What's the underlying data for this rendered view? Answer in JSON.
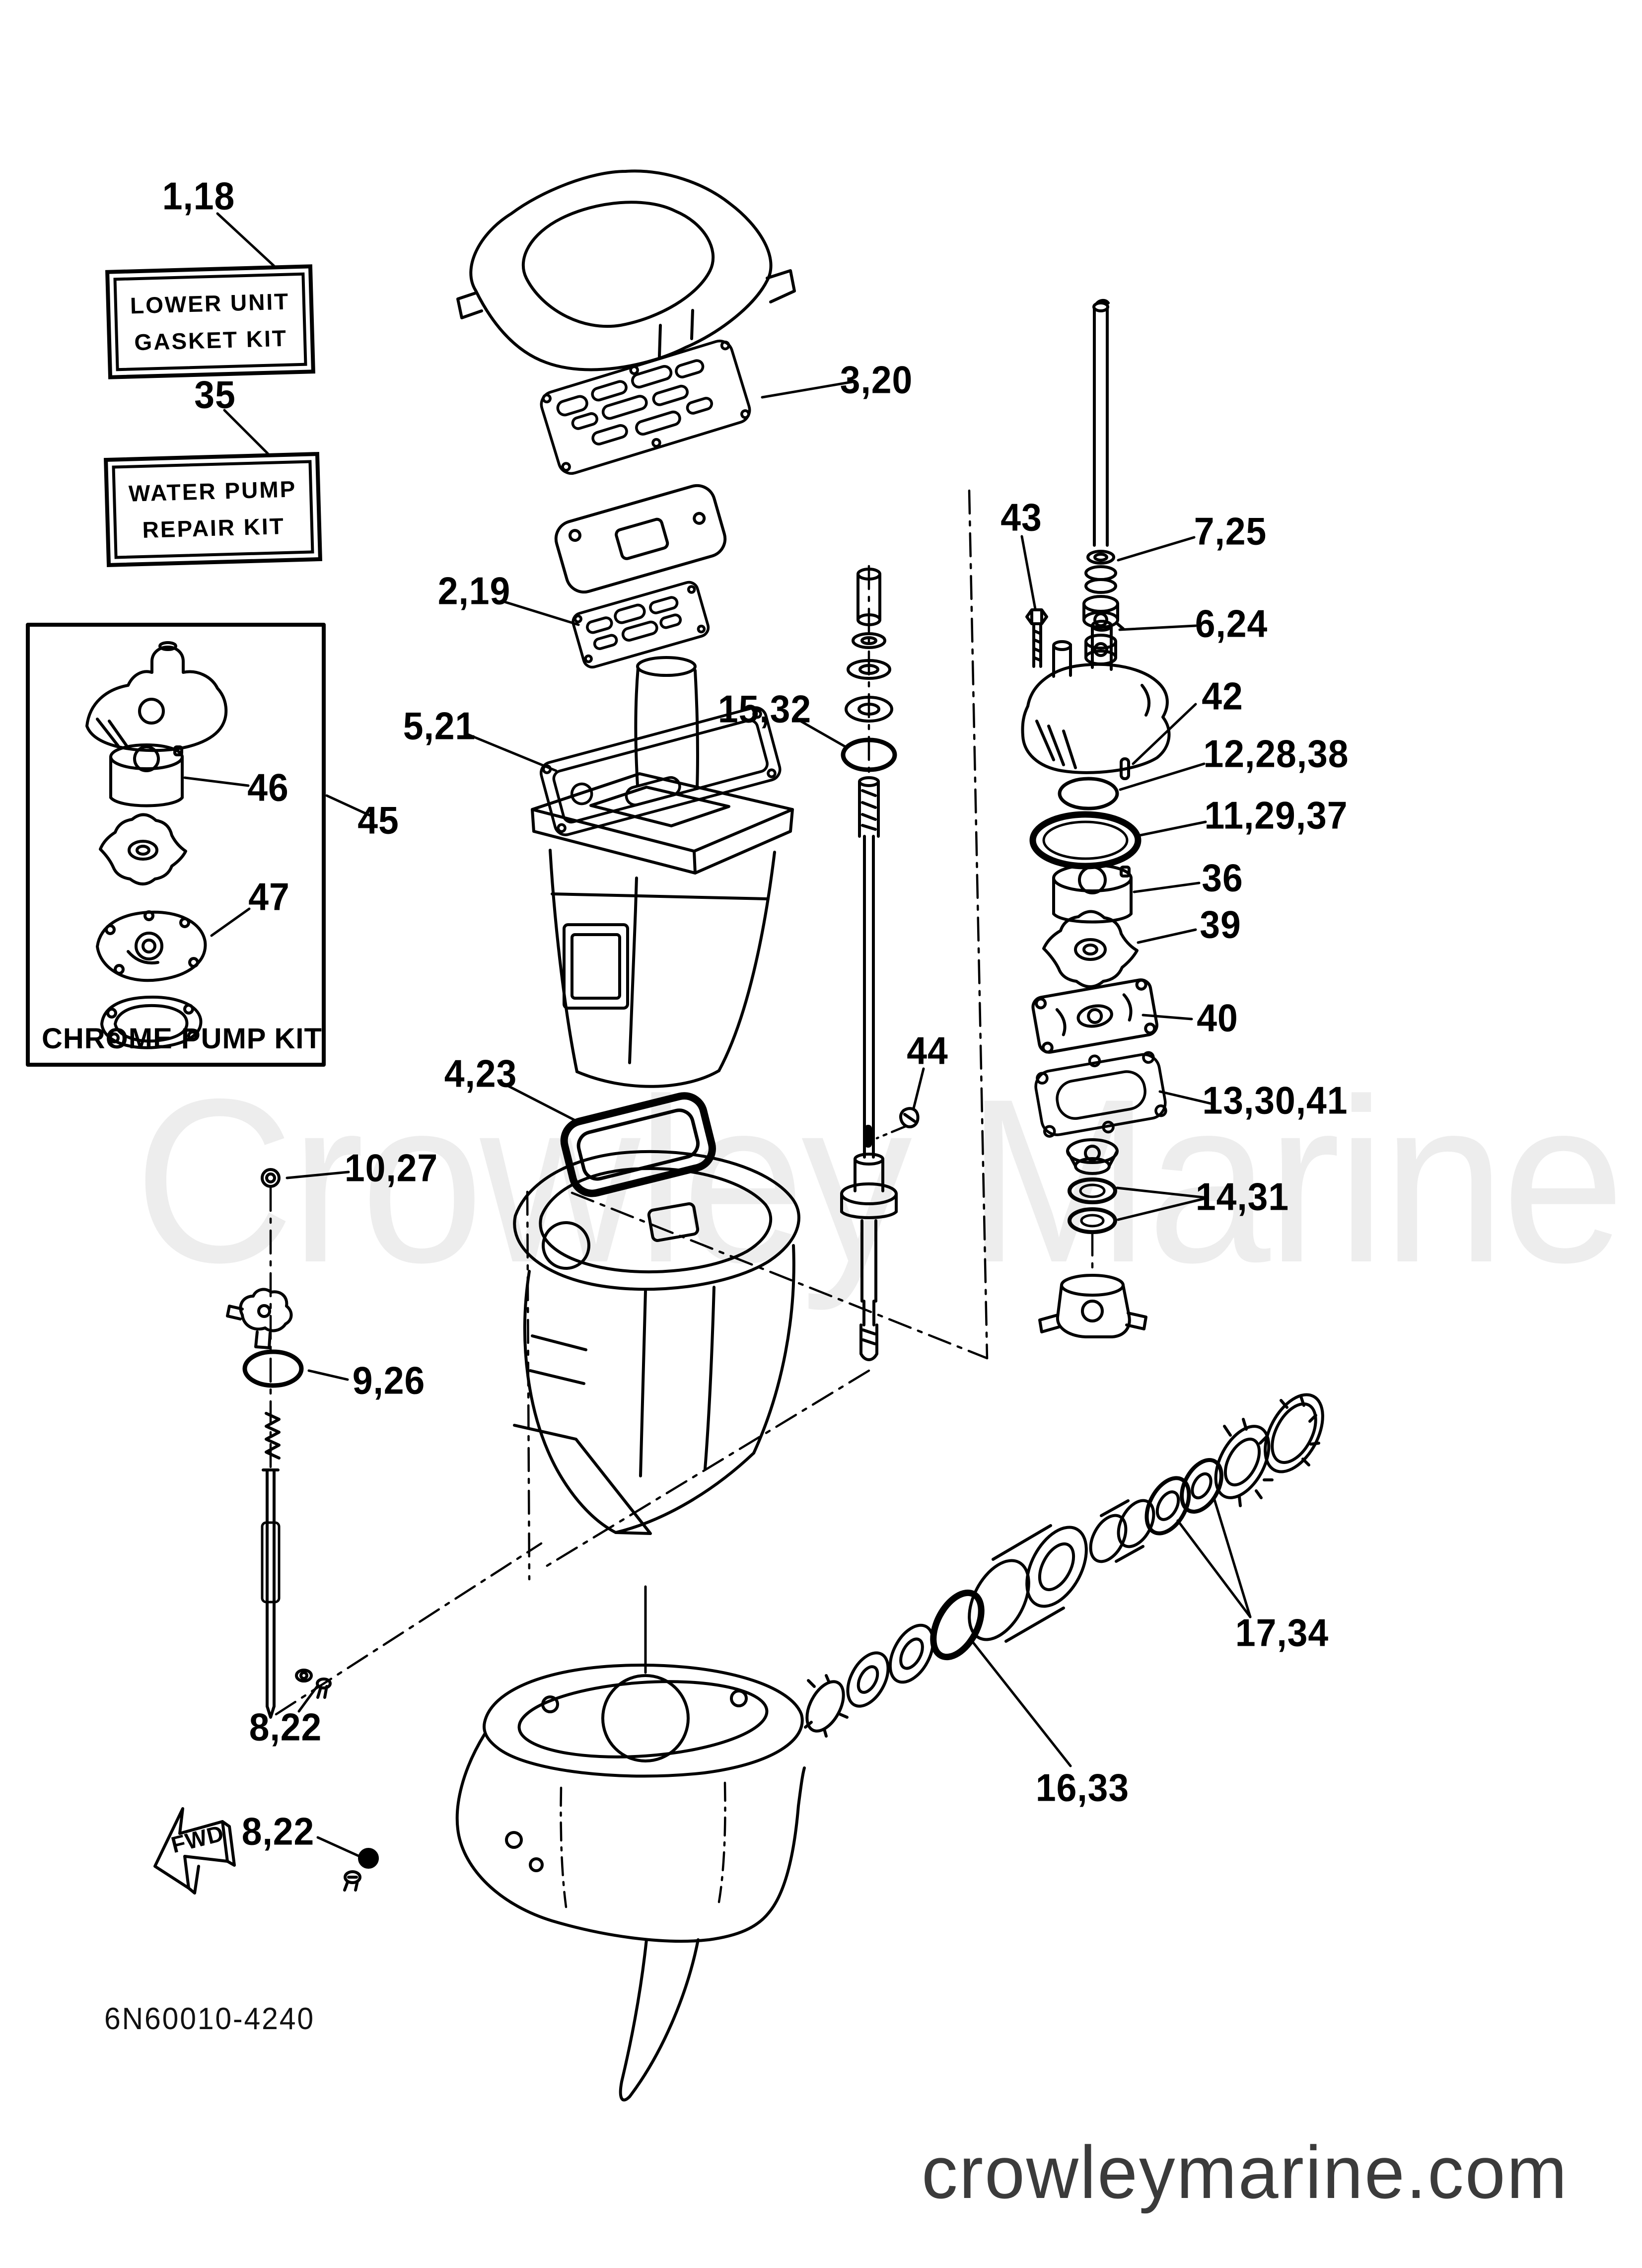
{
  "page": {
    "watermark_text": "Crowley Marine",
    "footer_site": "crowleymarine.com",
    "drawing_number": "6N60010-4240"
  },
  "fwd_arrow": {
    "label": "FWD"
  },
  "boxes": {
    "lower_unit_gasket_kit": {
      "callout": "1,18",
      "line1": "LOWER UNIT",
      "line2": "GASKET KIT"
    },
    "water_pump_repair_kit": {
      "callout": "35",
      "line1": "WATER PUMP",
      "line2": "REPAIR KIT"
    },
    "chrome_pump_kit": {
      "label": "CHROME PUMP KIT",
      "callout": "45"
    }
  },
  "callouts": [
    {
      "ref": "1,18"
    },
    {
      "ref": "35"
    },
    {
      "ref": "3,20"
    },
    {
      "ref": "2,19"
    },
    {
      "ref": "5,21"
    },
    {
      "ref": "15,32"
    },
    {
      "ref": "43"
    },
    {
      "ref": "7,25"
    },
    {
      "ref": "6,24"
    },
    {
      "ref": "42"
    },
    {
      "ref": "12,28,38"
    },
    {
      "ref": "11,29,37"
    },
    {
      "ref": "36"
    },
    {
      "ref": "39"
    },
    {
      "ref": "40"
    },
    {
      "ref": "13,30,41"
    },
    {
      "ref": "14,31"
    },
    {
      "ref": "4,23"
    },
    {
      "ref": "44"
    },
    {
      "ref": "10,27"
    },
    {
      "ref": "9,26"
    },
    {
      "ref": "17,34"
    },
    {
      "ref": "16,33"
    },
    {
      "ref": "8,22"
    },
    {
      "ref": "8,22"
    },
    {
      "ref": "45"
    },
    {
      "ref": "46"
    },
    {
      "ref": "47"
    }
  ],
  "colors": {
    "line": "#000000",
    "footer_text": "#3b3b3b",
    "watermark": "#ededed",
    "background": "#ffffff"
  }
}
